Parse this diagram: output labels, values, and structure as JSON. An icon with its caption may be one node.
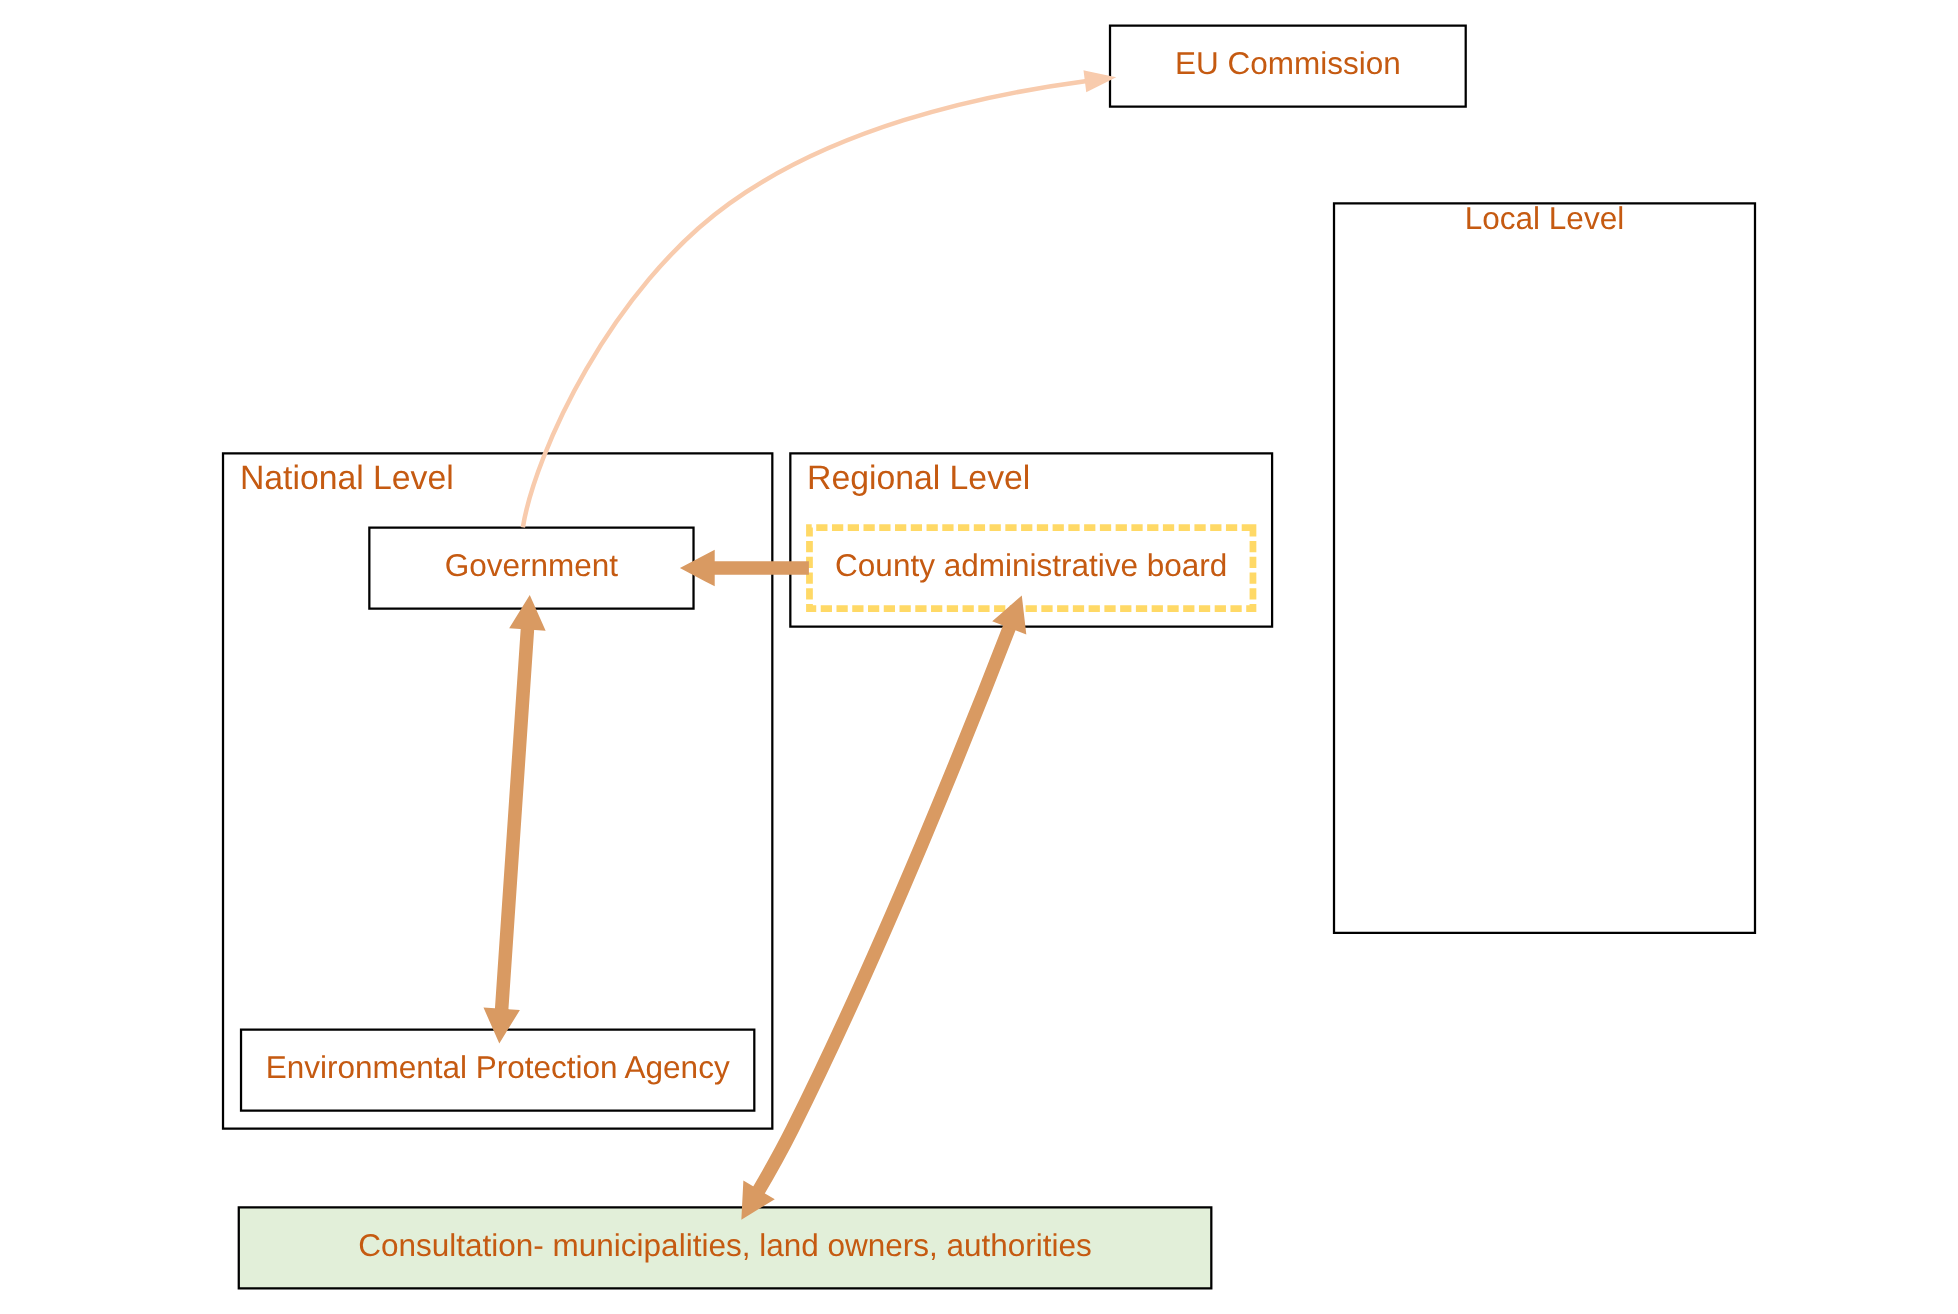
{
  "diagram": {
    "nodes": [
      {
        "text": [
          "EU Commission"
        ]
      },
      {
        "text": [
          "National Level"
        ]
      },
      {
        "text": [
          "Regional Level"
        ]
      },
      {
        "text": [
          "Local Level"
        ]
      },
      {
        "text": [
          "Government"
        ],
        "in": 1
      },
      {
        "text": [
          "Environmental Protection Agency"
        ],
        "in": 1
      },
      {
        "text": [
          "County administrative board"
        ],
        "in": 2
      },
      {
        "text": [
          "Consultation- municipalities, land owners, authorities"
        ]
      }
    ],
    "edges": [
      {
        "from": 4,
        "to": 0,
        "arrow": "to",
        "color": "#f8cbad"
      },
      {
        "from": 6,
        "to": 4,
        "arrow": "to"
      },
      {
        "from": 4,
        "to": 5,
        "arrow": "both"
      },
      {
        "from": 6,
        "to": 7,
        "arrow": "both"
      }
    ]
  }
}
